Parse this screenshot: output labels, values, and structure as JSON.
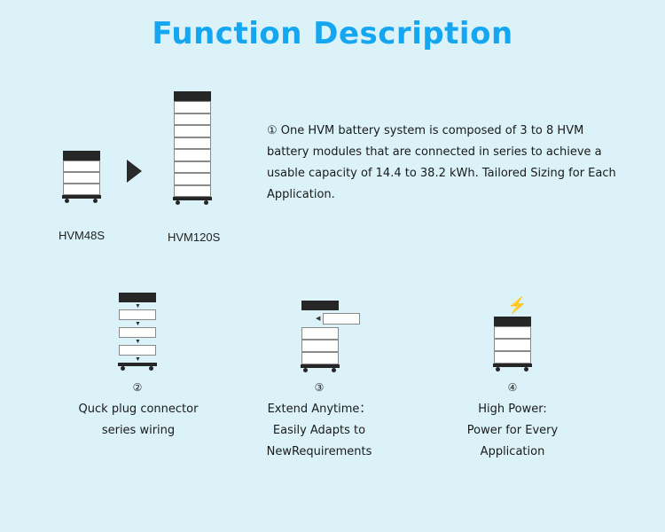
{
  "title": "Function Description",
  "description": "① One HVM battery system is composed of 3 to 8 HVM battery modules that are connected in series to achieve a usable capacity of 14.4 to 38.2 kWh. Tailored Sizing for Each Application.",
  "products": {
    "small_label": "HVM48S",
    "large_label": "HVM120S"
  },
  "features": [
    {
      "number": "②",
      "lines": [
        "Quck plug connector",
        "series wiring"
      ]
    },
    {
      "number": "③",
      "lines": [
        "Extend Anytime：",
        "Easily Adapts to",
        "NewRequirements"
      ]
    },
    {
      "number": "④",
      "lines": [
        "High Power:",
        "Power for Every",
        "Application"
      ]
    }
  ],
  "icons": {
    "arrow": "right-triangle-arrow",
    "power": "lightning-bolt-icon"
  }
}
